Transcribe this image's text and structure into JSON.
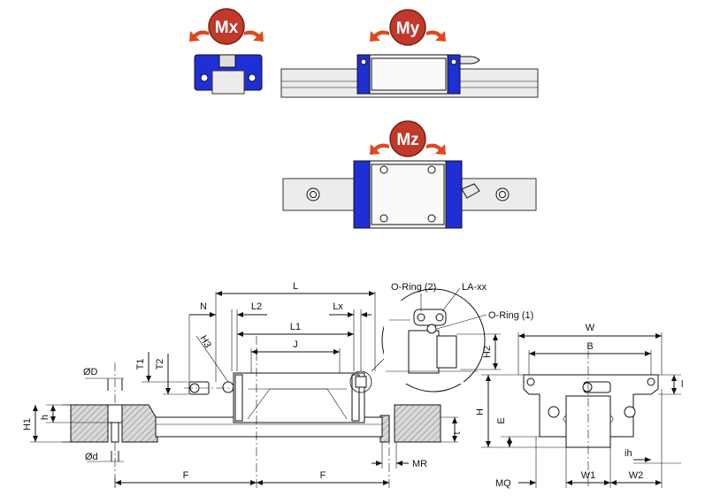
{
  "moments": {
    "mx": "Mx",
    "my": "My",
    "mz": "Mz"
  },
  "colors": {
    "block_blue": "#1f2fd6",
    "moment_red": "#c0392b",
    "arrow_orange": "#e0471c"
  },
  "side_view": {
    "labels": {
      "L": "L",
      "N": "N",
      "L2": "L2",
      "L1": "L1",
      "Lx": "Lx",
      "J": "J",
      "H3": "H3",
      "T1": "T1",
      "T2": "T2",
      "OD": "ØD",
      "h": "h",
      "H1": "H1",
      "Od": "Ød",
      "F_left": "F",
      "F_right": "F",
      "MR": "MR",
      "t": "t"
    }
  },
  "detail": {
    "oring2": "O-Ring (2)",
    "la": "LA-xx",
    "oring1": "O-Ring (1)",
    "H2": "H2"
  },
  "end_view": {
    "labels": {
      "W": "W",
      "B": "B",
      "H": "H",
      "E": "E",
      "l": "l",
      "ih": "ih",
      "MQ": "MQ",
      "W1": "W1",
      "W2": "W2"
    }
  }
}
